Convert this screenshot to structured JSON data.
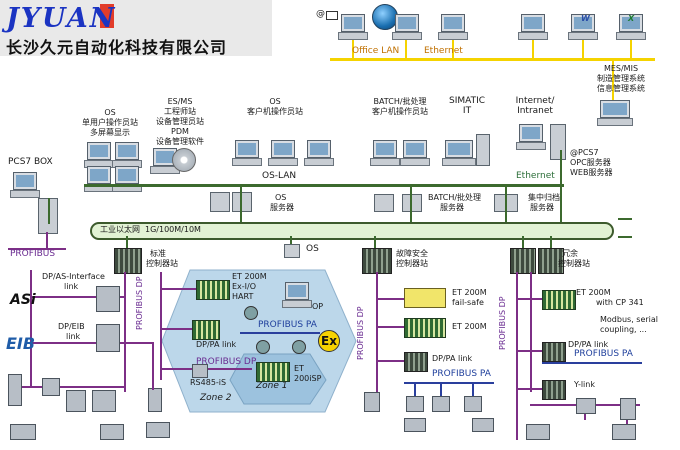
{
  "logo": {
    "brand": "JYUAN",
    "company": "长沙久元自动化科技有限公司"
  },
  "top": {
    "email": "@",
    "office_lan": "Office LAN",
    "ethernet": "Ethernet"
  },
  "mes": {
    "line1": "MES/MIS",
    "line2": "制造管理系统",
    "line3": "信息管理系统"
  },
  "stations": {
    "os_multi": [
      "OS",
      "单用户操作员站",
      "多屏幕显示"
    ],
    "es": [
      "ES/MS",
      "工程师站",
      "设备管理员站",
      "PDM",
      "设备管理软件"
    ],
    "os_client": [
      "OS",
      "客户机操作员站"
    ],
    "batch": [
      "BATCH/批处理",
      "客户机操作员站"
    ],
    "simatic": [
      "SIMATIC",
      "IT"
    ],
    "internet": [
      "Internet/",
      "Intranet"
    ],
    "pcs7web": [
      "@PCS7",
      "OPC服务器",
      "WEB服务器"
    ]
  },
  "pcs7box": "PCS7 BOX",
  "oslan": "OS-LAN",
  "ethernet2": "Ethernet",
  "servers": {
    "os_server": [
      "OS",
      "服务器"
    ],
    "batch_server": [
      "BATCH/批处理",
      "服务器"
    ],
    "archive": [
      "集中归档",
      "服务器"
    ]
  },
  "industrial": {
    "label": "工业以太网",
    "speed": "1G/100M/10M"
  },
  "profibus_left": "PROFIBUS",
  "controllers": {
    "standard": [
      "标准",
      "控制器站"
    ],
    "os_small": "OS",
    "failsafe": [
      "故障安全",
      "控制器站"
    ],
    "redundant": [
      "冗余",
      "控制器站"
    ]
  },
  "left_links": {
    "dpas": [
      "DP/AS-Interface",
      "link"
    ],
    "asi": "ASi",
    "dpeib": [
      "DP/EIB",
      "link"
    ],
    "eib": "EIB"
  },
  "zone": {
    "et200m_ex": [
      "ET 200M",
      "Ex-I/O",
      "HART"
    ],
    "op": "OP",
    "profibus_pa": "PROFIBUS PA",
    "dppa": "DP/PA link",
    "profibus_dp": "PROFIBUS DP",
    "rs485": "RS485-iS",
    "et200isp": [
      "ET",
      "200iSP"
    ],
    "zone1": "Zone 1",
    "zone2": "Zone 2",
    "ex": "Ex"
  },
  "vert_dp": "PROFIBUS DP",
  "failsafe_side": {
    "fs": [
      "ET 200M",
      "fail-safe"
    ],
    "et200m": "ET 200M",
    "dppa": "DP/PA link",
    "pa": "PROFIBUS PA"
  },
  "right_side": {
    "cp341": [
      "ET 200M",
      "with CP 341"
    ],
    "modbus": [
      "Modbus, serial",
      "coupling, ..."
    ],
    "dppa": "DP/PA link",
    "pa": "PROFIBUS PA",
    "ylink": "Y-link"
  }
}
